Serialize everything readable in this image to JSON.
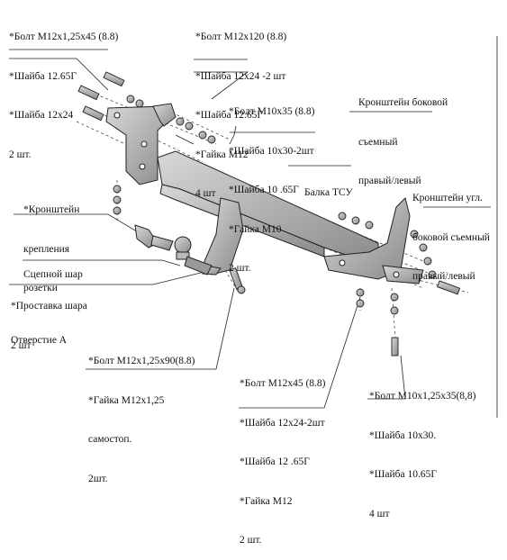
{
  "callouts": {
    "bolt_m12x1_25x45": [
      "*Болт М12х1,25х45 (8.8)",
      "*Шайба 12.65Г",
      "*Шайба 12х24",
      "2 шт."
    ],
    "bolt_m12x120": [
      "*Болт М12х120 (8.8)",
      "*Шайба 12х24 -2 шт",
      "*Шайба 12.65Г",
      "*Гайка М12",
      "4 шт"
    ],
    "bolt_m10x35": [
      "*Болт М10х35 (8.8)",
      "*Шайба 10х30-2шт",
      "*Шайба 10 .65Г",
      "*Гайка М10",
      "2 шт."
    ],
    "bracket_side": [
      "Кронштейн боковой",
      "съемный",
      "правый/левый"
    ],
    "tow_beam": [
      "Балка ТСУ"
    ],
    "bracket_corner": [
      "Кронштейн угл.",
      "боковой съемный",
      "правый/левый"
    ],
    "socket_bracket": [
      "*Кронштейн",
      "крепления",
      "розетки"
    ],
    "tow_ball": [
      "Сцепной шар"
    ],
    "ball_spacer": [
      "*Проставка шара",
      "2 шт"
    ],
    "hole_a": [
      "Отверстие А"
    ],
    "bolt_m12x1_25x90": [
      "*Болт М12х1,25х90(8.8)",
      "*Гайка М12х1,25",
      "самостоп.",
      "2шт."
    ],
    "bolt_m12x45": [
      "*Болт М12х45 (8.8)",
      "*Шайба 12х24-2шт",
      "*Шайба 12 .65Г",
      "*Гайка М12",
      "2 шт."
    ],
    "bolt_m10x1_25x35": [
      "*Болт М10х1,25х35(8,8)",
      "*Шайба 10х30.",
      "*Шайба 10.65Г",
      "4 шт"
    ]
  }
}
